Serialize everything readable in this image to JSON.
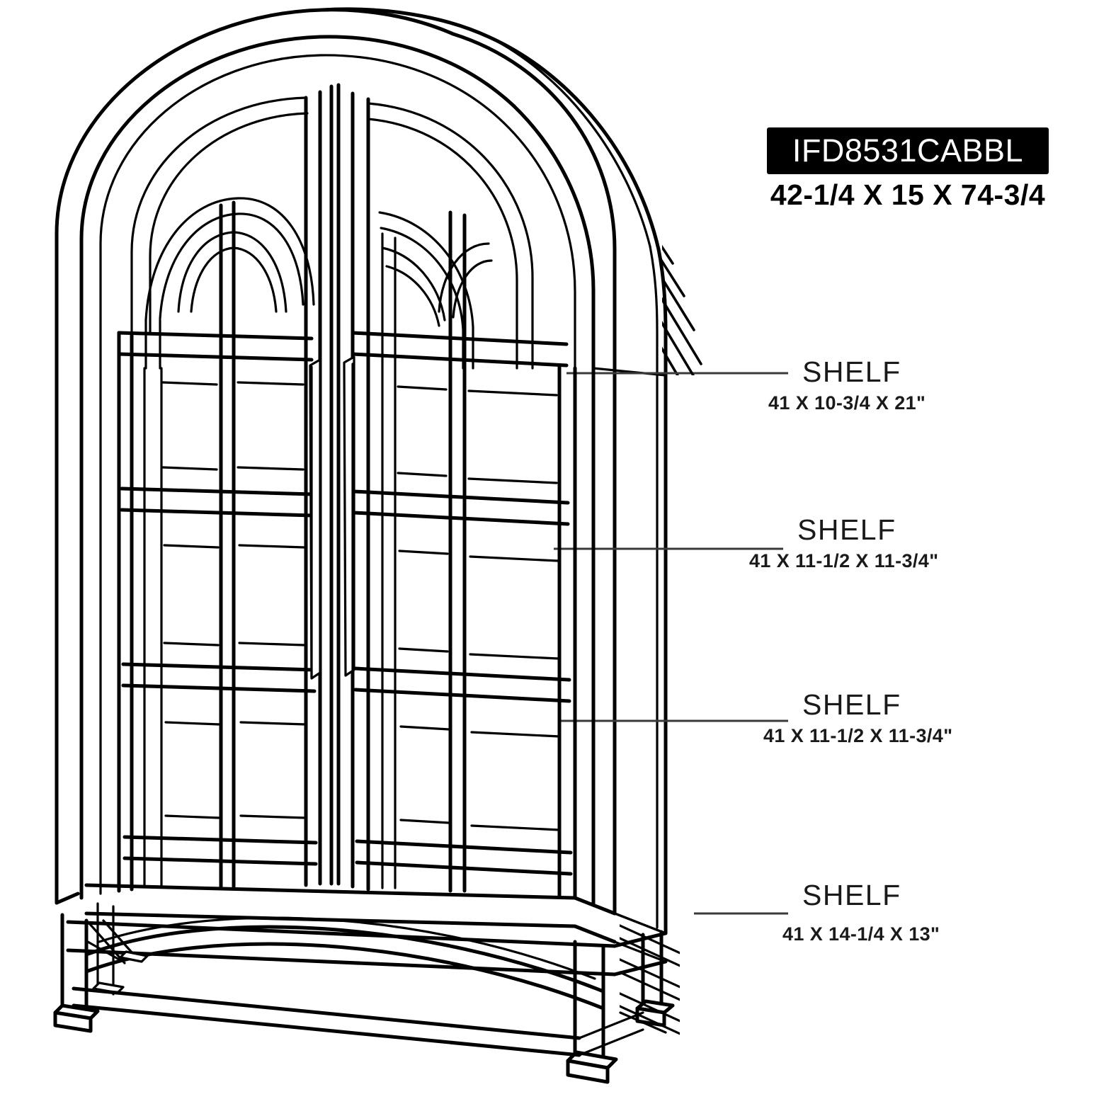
{
  "product": {
    "code": "IFD8531CABBL",
    "dimensions": "42-1/4 X 15 X 74-3/4"
  },
  "callouts": [
    {
      "label": "SHELF",
      "dims": "41 X 10-3/4 X 21\""
    },
    {
      "label": "SHELF",
      "dims": "41 X 11-1/2 X 11-3/4\""
    },
    {
      "label": "SHELF",
      "dims": "41 X 11-1/2 X 11-3/4\""
    },
    {
      "label": "SHELF",
      "dims": "41 X 14-1/4 X 13\""
    }
  ],
  "drawing": {
    "subject": "arched-top two-door display cabinet",
    "line_color": "#000000",
    "background_color": "#ffffff",
    "leader_color": "#404040"
  }
}
